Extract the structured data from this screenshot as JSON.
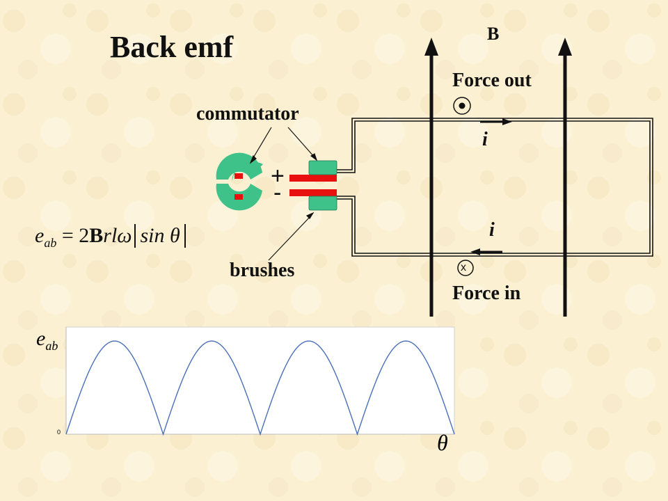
{
  "title": "Back emf",
  "field_label": "B",
  "force_out_label": "Force out",
  "force_in_label": "Force in",
  "commutator_label": "commutator",
  "brushes_label": "brushes",
  "current_label": "i",
  "current_label_lower": "i",
  "plus_sign": "+",
  "minus_sign": "-",
  "into_page_mark": "x",
  "equation": {
    "lhs": "e",
    "lhs_sub": "ab",
    "rhs_prefix": "= 2",
    "rhs_bold": "B",
    "rhs_vars": "rlω",
    "abs_content": "sin θ"
  },
  "colors": {
    "background": "#fbf1d4",
    "commutator": "#3fc28a",
    "brush_bar": "#e8110f",
    "brush_block": "#3fc28a",
    "waveform": "#4a6fb8",
    "wire": "#111111"
  },
  "chart_data": {
    "type": "line",
    "title": "",
    "ylabel": "e_ab",
    "xlabel": "θ",
    "origin_label": "0",
    "function": "|sin θ|",
    "x": [
      0,
      0.25,
      0.5,
      0.75,
      1,
      1.25,
      1.5,
      1.75,
      2,
      2.25,
      2.5,
      2.75,
      3,
      3.25,
      3.5,
      3.75,
      4
    ],
    "x_units": "multiples of π",
    "y": [
      0,
      0.71,
      1,
      0.71,
      0,
      0.71,
      1,
      0.71,
      0,
      0.71,
      1,
      0.71,
      0,
      0.71,
      1,
      0.71,
      0
    ],
    "xlim": [
      0,
      4
    ],
    "ylim": [
      0,
      1.15
    ],
    "grid": false
  }
}
